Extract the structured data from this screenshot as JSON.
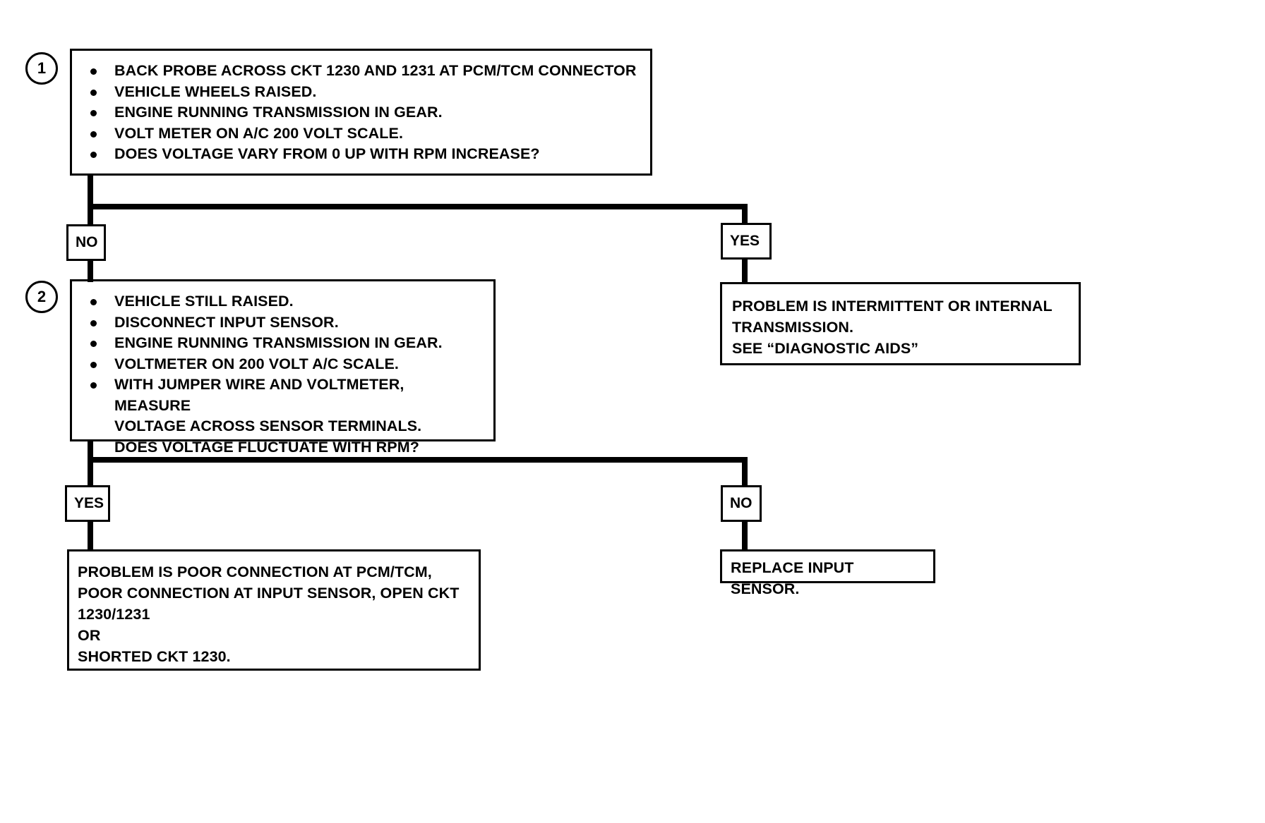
{
  "diagram": {
    "title": "Transmission Input Sensor Diagnostic Chart",
    "line_color": "#000000",
    "background_color": "#ffffff"
  },
  "steps": [
    {
      "number": "1",
      "bullets": [
        "BACK PROBE ACROSS CKT 1230 AND 1231 AT PCM/TCM CONNECTOR",
        "VEHICLE WHEELS RAISED.",
        "ENGINE RUNNING TRANSMISSION IN GEAR.",
        "VOLT METER ON A/C 200 VOLT SCALE.",
        "DOES VOLTAGE VARY FROM 0 UP WITH RPM INCREASE?"
      ]
    },
    {
      "number": "2",
      "bullets": [
        "VEHICLE STILL RAISED.",
        "DISCONNECT INPUT SENSOR.",
        "ENGINE RUNNING TRANSMISSION IN GEAR.",
        "VOLTMETER ON 200 VOLT A/C SCALE.",
        "WITH JUMPER WIRE AND VOLTMETER, MEASURE\nVOLTAGE ACROSS SENSOR TERMINALS.\nDOES VOLTAGE FLUCTUATE WITH RPM?"
      ]
    }
  ],
  "branch_labels": {
    "step1_no": "NO",
    "step1_yes": "YES",
    "step2_yes": "YES",
    "step2_no": "NO"
  },
  "outcomes": {
    "intermittent": "PROBLEM IS INTERMITTENT OR INTERNAL\nTRANSMISSION.\nSEE “DIAGNOSTIC AIDS”",
    "poor_connection": "PROBLEM IS POOR CONNECTION AT PCM/TCM,\nPOOR CONNECTION AT INPUT SENSOR, OPEN CKT\n1230/1231\nOR\nSHORTED CKT 1230.",
    "replace_sensor": "REPLACE INPUT SENSOR."
  }
}
